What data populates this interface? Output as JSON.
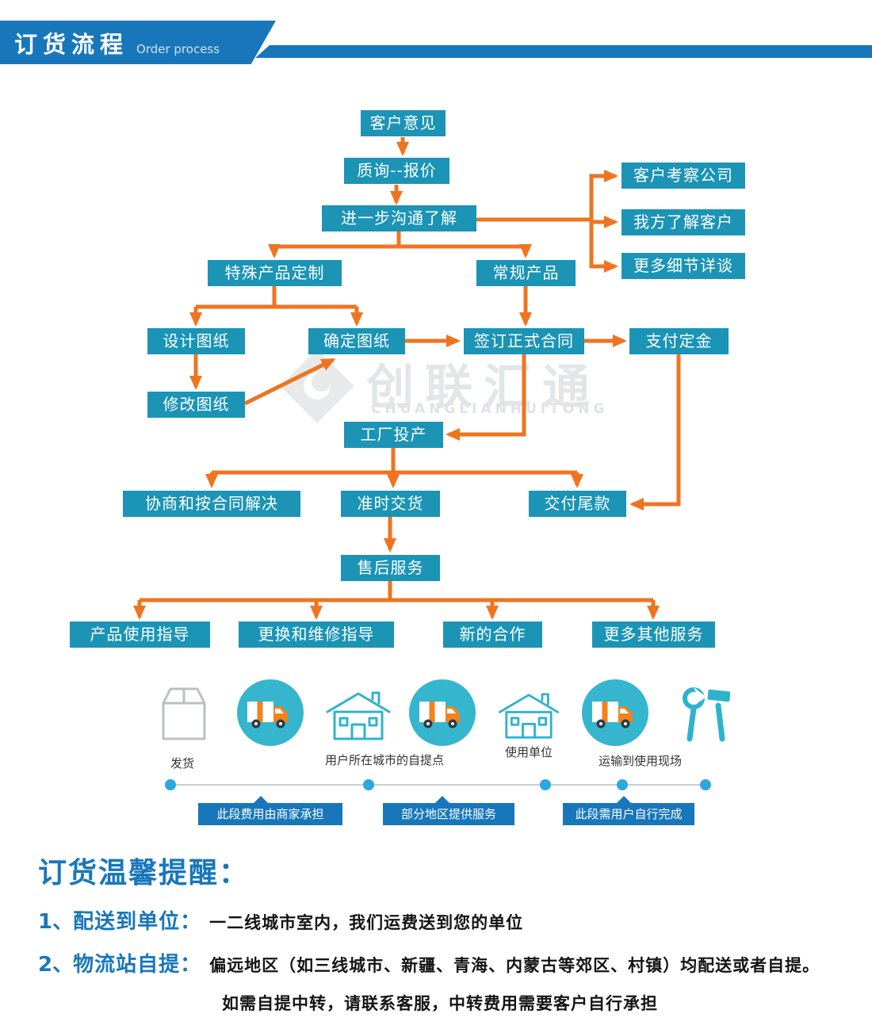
{
  "header": {
    "title": "订货流程",
    "subtitle": "Order process"
  },
  "flow": {
    "nodes": {
      "customer_feedback": "客户意见",
      "inquiry_quote": "质询--报价",
      "further_comm": "进一步沟通了解",
      "inspect_company": "客户考察公司",
      "know_customer": "我方了解客户",
      "more_details": "更多细节详谈",
      "special_custom": "特殊产品定制",
      "regular_product": "常规产品",
      "design_drawing": "设计图纸",
      "confirm_drawing": "确定图纸",
      "sign_contract": "签订正式合同",
      "pay_deposit": "支付定金",
      "modify_drawing": "修改图纸",
      "factory_production": "工厂投产",
      "negotiate": "协商和按合同解决",
      "on_time_delivery": "准时交货",
      "pay_balance": "交付尾款",
      "after_sales": "售后服务",
      "usage_guidance": "产品使用指导",
      "repair_guidance": "更换和维修指导",
      "new_cooperation": "新的合作",
      "more_services": "更多其他服务"
    }
  },
  "watermark": {
    "text": "创联汇通",
    "subtext": "CHUANGLIANHUITONG"
  },
  "logistics": {
    "labels": {
      "shipping": "发货",
      "pickup_point": "用户所在城市的自提点",
      "use_unit": "使用单位",
      "transport_site": "运输到使用现场"
    },
    "segments": {
      "merchant_cost": "此段费用由商家承担",
      "partial_service": "部分地区提供服务",
      "user_complete": "此段需用户自行完成"
    }
  },
  "reminder": {
    "title": "订货温馨提醒：",
    "items": [
      {
        "num": "1、",
        "label": "配送到单位：",
        "text": "一二线城市室内，我们运费送到您的单位"
      },
      {
        "num": "2、",
        "label": "物流站自提：",
        "text": "偏远地区（如三线城市、新疆、青海、内蒙古等郊区、村镇）均配送或者自提。"
      }
    ],
    "note": "如需自提中转，请联系客服，中转费用需要客户自行承担"
  },
  "colors": {
    "header_blue": "#1877bb",
    "node_blue": "#1b94b6",
    "arrow_orange": "#ef7420",
    "icon_teal": "#2fb3cc",
    "dot_blue": "#2ba9dd"
  }
}
